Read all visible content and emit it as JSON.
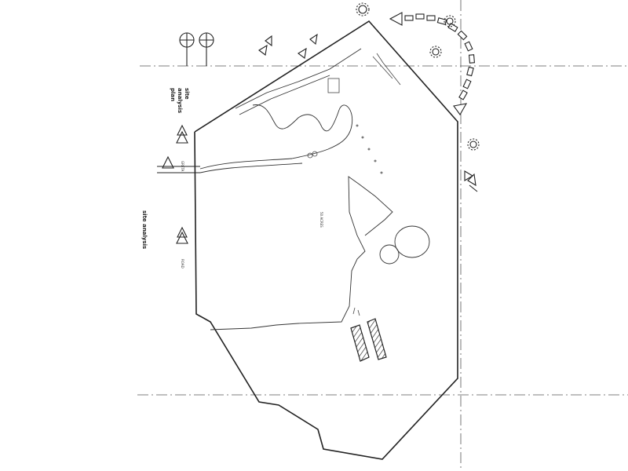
{
  "sheet": {
    "title_lines": [
      "site",
      "analysis",
      "plan"
    ],
    "vertical_title": "site analysis",
    "road_label": "ROAD",
    "street_label": "GRETA",
    "area_label": "50 ACRES"
  }
}
